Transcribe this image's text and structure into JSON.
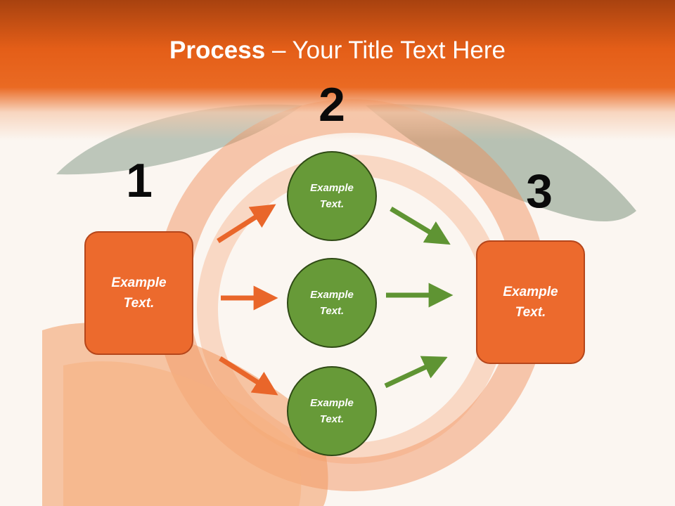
{
  "slide": {
    "title_bold": "Process",
    "title_rest": " – Your Title Text Here",
    "steps": [
      {
        "number": "1",
        "text": "Example Text."
      },
      {
        "number": "2"
      },
      {
        "number": "3",
        "text": "Example Text."
      }
    ],
    "circles": [
      {
        "text": "Example Text."
      },
      {
        "text": "Example Text."
      },
      {
        "text": "Example Text."
      }
    ]
  },
  "colors": {
    "orange": "#ec6a2d",
    "green": "#679a38",
    "header": "#e45e18",
    "arrow_orange": "#e9662a",
    "arrow_green": "#5f9433"
  }
}
